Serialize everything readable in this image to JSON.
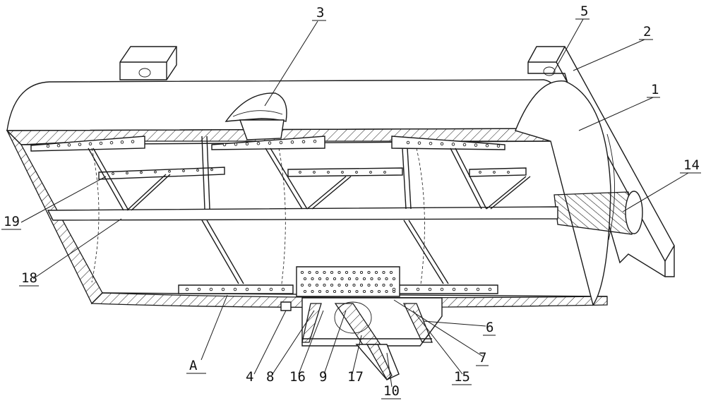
{
  "figure": {
    "callouts": [
      {
        "id": "c1",
        "text": "1"
      },
      {
        "id": "c2",
        "text": "2"
      },
      {
        "id": "c3",
        "text": "3"
      },
      {
        "id": "c4",
        "text": "4"
      },
      {
        "id": "c5",
        "text": "5"
      },
      {
        "id": "c6",
        "text": "6"
      },
      {
        "id": "c7",
        "text": "7"
      },
      {
        "id": "c8",
        "text": "8"
      },
      {
        "id": "c9",
        "text": "9"
      },
      {
        "id": "c10",
        "text": "10"
      },
      {
        "id": "c14",
        "text": "14"
      },
      {
        "id": "c15",
        "text": "15"
      },
      {
        "id": "c16",
        "text": "16"
      },
      {
        "id": "c17",
        "text": "17"
      },
      {
        "id": "c18",
        "text": "18"
      },
      {
        "id": "c19",
        "text": "19"
      },
      {
        "id": "cA",
        "text": "A"
      }
    ]
  },
  "colors": {
    "line": "#1a1a1a",
    "background": "#ffffff"
  }
}
